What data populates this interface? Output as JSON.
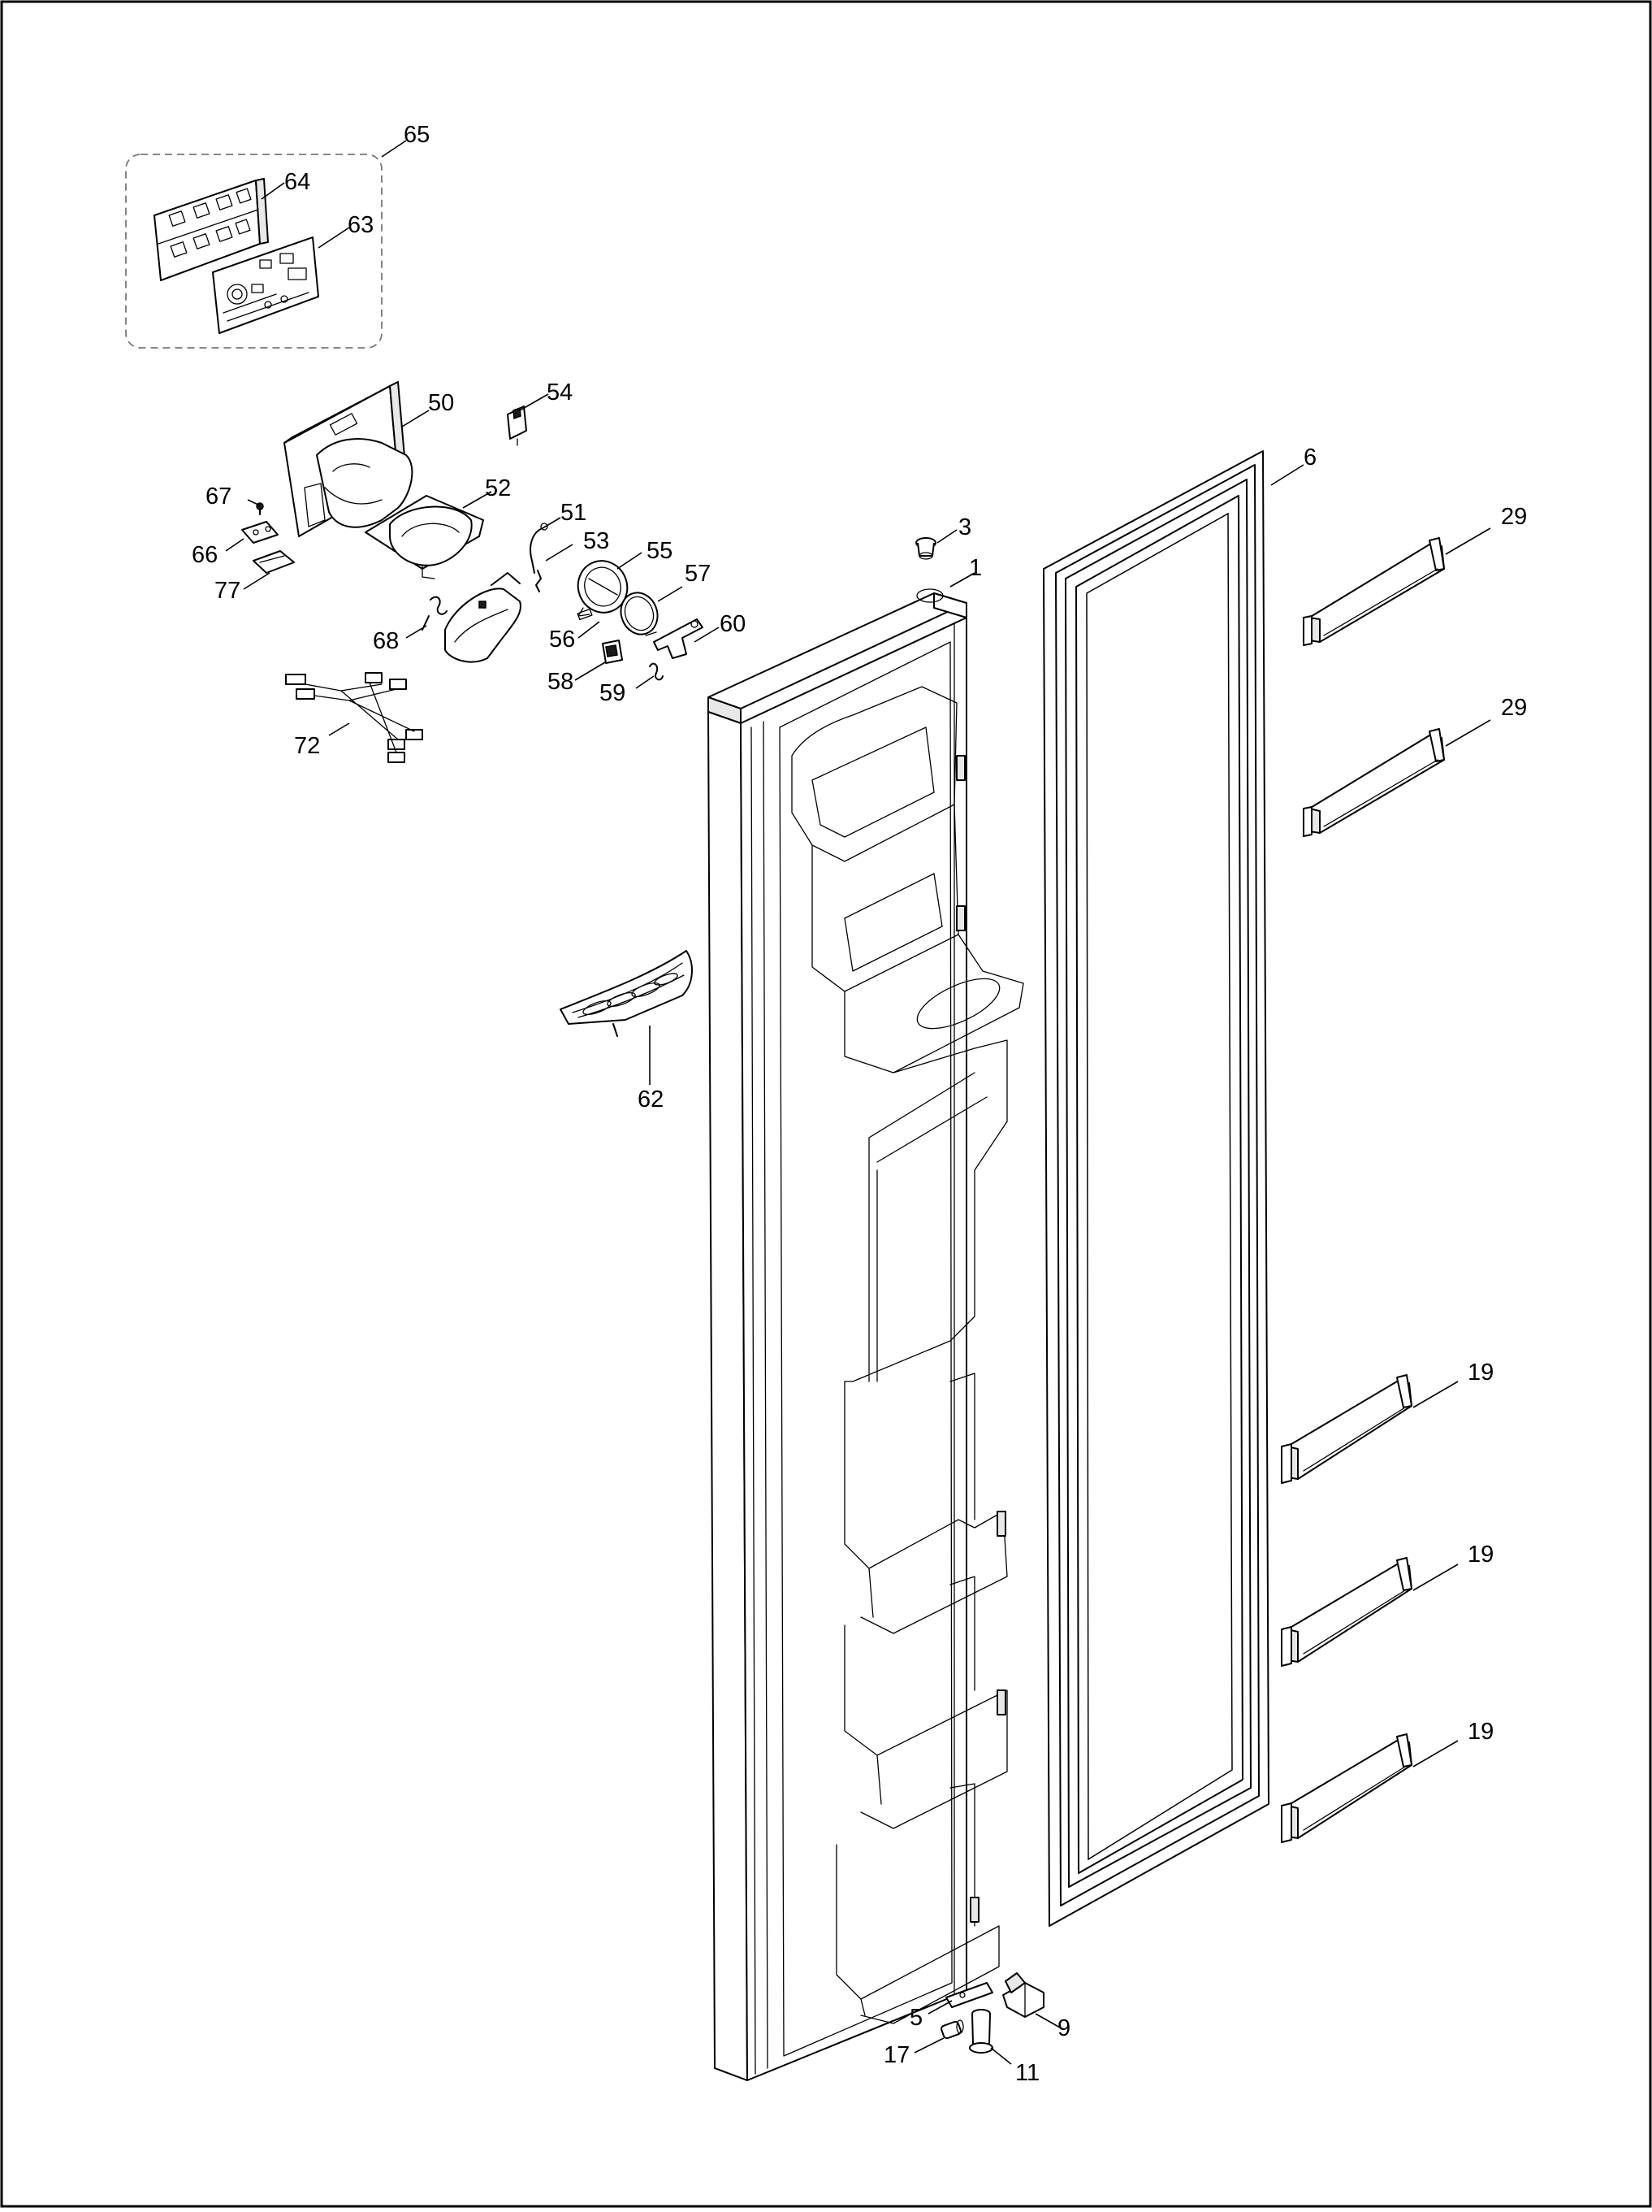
{
  "diagram": {
    "kind": "exploded-parts-diagram",
    "subject": "refrigerator-side-by-side-freezer-door-with-dispenser",
    "parts": [
      {
        "id": "p65",
        "label": "65"
      },
      {
        "id": "p64",
        "label": "64"
      },
      {
        "id": "p63",
        "label": "63"
      },
      {
        "id": "p54",
        "label": "54"
      },
      {
        "id": "p50",
        "label": "50"
      },
      {
        "id": "p6",
        "label": "6"
      },
      {
        "id": "p67",
        "label": "67"
      },
      {
        "id": "p52",
        "label": "52"
      },
      {
        "id": "p51",
        "label": "51"
      },
      {
        "id": "p66",
        "label": "66"
      },
      {
        "id": "p53",
        "label": "53"
      },
      {
        "id": "p3",
        "label": "3"
      },
      {
        "id": "p29a",
        "label": "29"
      },
      {
        "id": "p55",
        "label": "55"
      },
      {
        "id": "p1",
        "label": "1"
      },
      {
        "id": "p77",
        "label": "77"
      },
      {
        "id": "p57",
        "label": "57"
      },
      {
        "id": "p60",
        "label": "60"
      },
      {
        "id": "p56",
        "label": "56"
      },
      {
        "id": "p68",
        "label": "68"
      },
      {
        "id": "p58",
        "label": "58"
      },
      {
        "id": "p59",
        "label": "59"
      },
      {
        "id": "p29b",
        "label": "29"
      },
      {
        "id": "p72",
        "label": "72"
      },
      {
        "id": "p62",
        "label": "62"
      },
      {
        "id": "p19a",
        "label": "19"
      },
      {
        "id": "p19b",
        "label": "19"
      },
      {
        "id": "p19c",
        "label": "19"
      },
      {
        "id": "p5",
        "label": "5"
      },
      {
        "id": "p9",
        "label": "9"
      },
      {
        "id": "p17",
        "label": "17"
      },
      {
        "id": "p11",
        "label": "11"
      }
    ]
  }
}
